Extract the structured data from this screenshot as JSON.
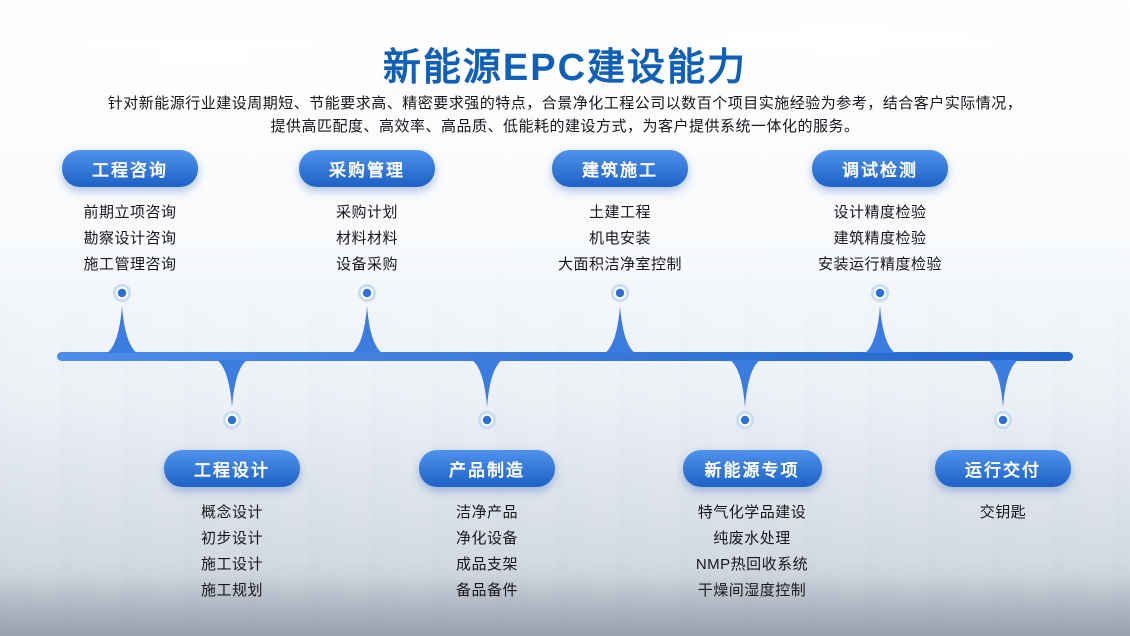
{
  "slide": {
    "title": "新能源EPC建设能力",
    "subtitle_line1": "针对新能源行业建设周期短、节能要求高、精密要求强的特点，合景净化工程公司以数百个项目实施经验为参考，结合客户实际情况，",
    "subtitle_line2": "提供高匹配度、高效率、高品质、低能耗的建设方式，为客户提供系统一体化的服务。"
  },
  "colors": {
    "title_blue": "#1160b8",
    "pill_gradient_top": "#4f93ec",
    "pill_gradient_bottom": "#1e61c6",
    "timeline_bar_left": "#4c8de8",
    "timeline_bar_right": "#2465cd",
    "dot_blue": "#2e6fd6",
    "dot_ring_light": "#c7dbf5",
    "body_text": "#16181c"
  },
  "timeline": {
    "top_groups": [
      {
        "label": "工程咨询",
        "items": [
          "前期立项咨询",
          "勘察设计咨询",
          "施工管理咨询"
        ]
      },
      {
        "label": "采购管理",
        "items": [
          "采购计划",
          "材料材料",
          "设备采购"
        ]
      },
      {
        "label": "建筑施工",
        "items": [
          "土建工程",
          "机电安装",
          "大面积洁净室控制"
        ]
      },
      {
        "label": "调试检测",
        "items": [
          "设计精度检验",
          "建筑精度检验",
          "安装运行精度检验"
        ]
      }
    ],
    "bottom_groups": [
      {
        "label": "工程设计",
        "items": [
          "概念设计",
          "初步设计",
          "施工设计",
          "施工规划"
        ]
      },
      {
        "label": "产品制造",
        "items": [
          "洁净产品",
          "净化设备",
          "成品支架",
          "备品备件"
        ]
      },
      {
        "label": "新能源专项",
        "items": [
          "特气化学品建设",
          "纯废水处理",
          "NMP热回收系统",
          "干燥间湿度控制"
        ]
      },
      {
        "label": "运行交付",
        "items": [
          "交钥匙"
        ]
      }
    ]
  }
}
